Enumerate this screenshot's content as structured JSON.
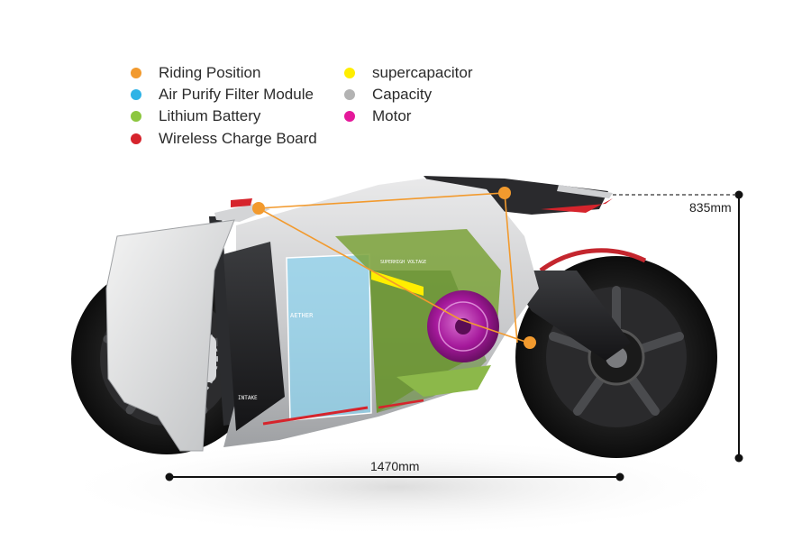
{
  "legend": {
    "items": [
      {
        "label": "Riding Position",
        "color": "#f29a2e"
      },
      {
        "label": "Air Purify Filter Module",
        "color": "#2fb3e6"
      },
      {
        "label": "Lithium Battery",
        "color": "#8cc63f"
      },
      {
        "label": "Wireless Charge Board",
        "color": "#d6242c"
      },
      {
        "label": "supercapacitor",
        "color": "#ffee00"
      },
      {
        "label": "Capacity",
        "color": "#b3b3b3"
      },
      {
        "label": "Motor",
        "color": "#e5189a"
      }
    ]
  },
  "dimensions": {
    "length": "1470mm",
    "height": "835mm"
  },
  "bike_markings": {
    "brand": "AETHER",
    "intake": "INTAKE",
    "battery_tag": "SUPERHIGH VOLTAGE"
  },
  "colors": {
    "riding_line": "#f29a2e",
    "dimension_line": "#111111",
    "tail_accent": "#d6242c"
  }
}
